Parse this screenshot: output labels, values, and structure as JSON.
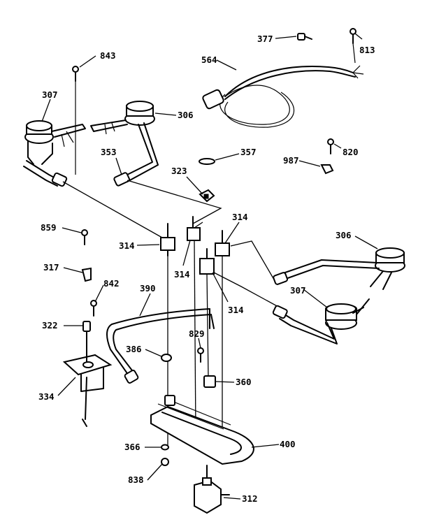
{
  "labels": {
    "l377": "377",
    "l813": "813",
    "l564": "564",
    "l843": "843",
    "l307a": "307",
    "l306a": "306",
    "l353": "353",
    "l357": "357",
    "l323": "323",
    "l987": "987",
    "l820": "820",
    "l314a": "314",
    "l859": "859",
    "l314b": "314",
    "l314c": "314",
    "l306b": "306",
    "l317": "317",
    "l842": "842",
    "l390": "390",
    "l307b": "307",
    "l314d": "314",
    "l322": "322",
    "l829": "829",
    "l386": "386",
    "l360": "360",
    "l334": "334",
    "l400": "400",
    "l366": "366",
    "l838": "838",
    "l312": "312"
  }
}
